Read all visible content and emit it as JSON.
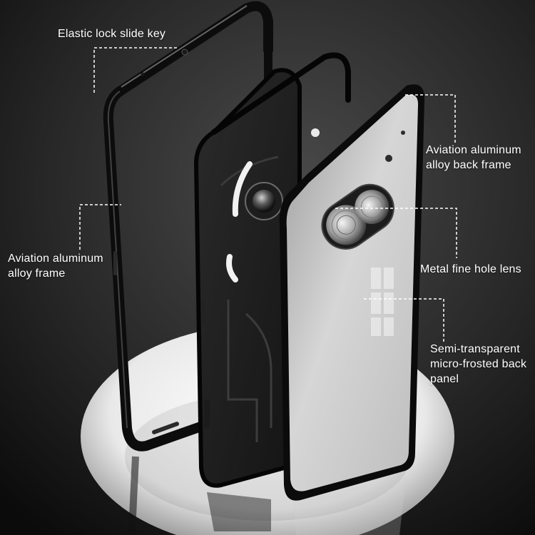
{
  "colors": {
    "background_top": "#3a3a3a",
    "background_bottom": "#0d0d0d",
    "frame_metal": "#1a1a1a",
    "frosted_panel": "#c9c9c9",
    "light_strip": "#f2f2f2",
    "label_text": "#ffffff"
  },
  "callouts": {
    "lock_key": {
      "lines": [
        "Elastic lock slide key"
      ]
    },
    "back_frame": {
      "lines": [
        "Aviation aluminum",
        "alloy back frame"
      ]
    },
    "alloy_frame": {
      "lines": [
        "Aviation aluminum",
        "alloy frame"
      ]
    },
    "lens": {
      "lines": [
        "Metal fine hole lens"
      ]
    },
    "back_panel": {
      "lines": [
        "Semi-transparent",
        "micro-frosted back",
        "panel"
      ]
    }
  }
}
